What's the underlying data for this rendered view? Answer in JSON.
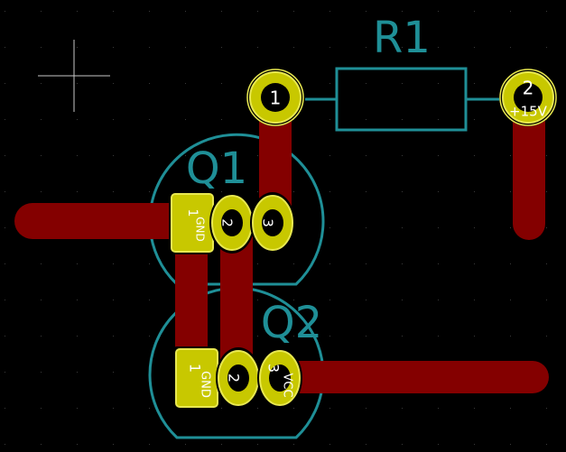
{
  "app": {
    "view": "PCB layout canvas"
  },
  "colors": {
    "background": "#000000",
    "grid_dot": "#3a3a3a",
    "silkscreen": "#1f8f97",
    "copper_track": "#840000",
    "pad_fill": "#c8c800",
    "pad_outline": "#e8e850",
    "pad_hole": "#000000",
    "cursor": "#c8c8c8"
  },
  "components": {
    "r1": {
      "ref": "R1",
      "pad1_number": "1",
      "pad2_number": "2",
      "pad2_net": "+15V"
    },
    "q1": {
      "ref": "Q1",
      "pad1_number": "1",
      "pad1_net": "GND",
      "pad2_number": "2",
      "pad3_number": "3"
    },
    "q2": {
      "ref": "Q2",
      "pad1_number": "1",
      "pad1_net": "GND",
      "pad2_number": "2",
      "pad3_number": "3",
      "pad3_net": "VCC"
    }
  },
  "cursor": {
    "icon": "crosshair-cursor-icon"
  }
}
